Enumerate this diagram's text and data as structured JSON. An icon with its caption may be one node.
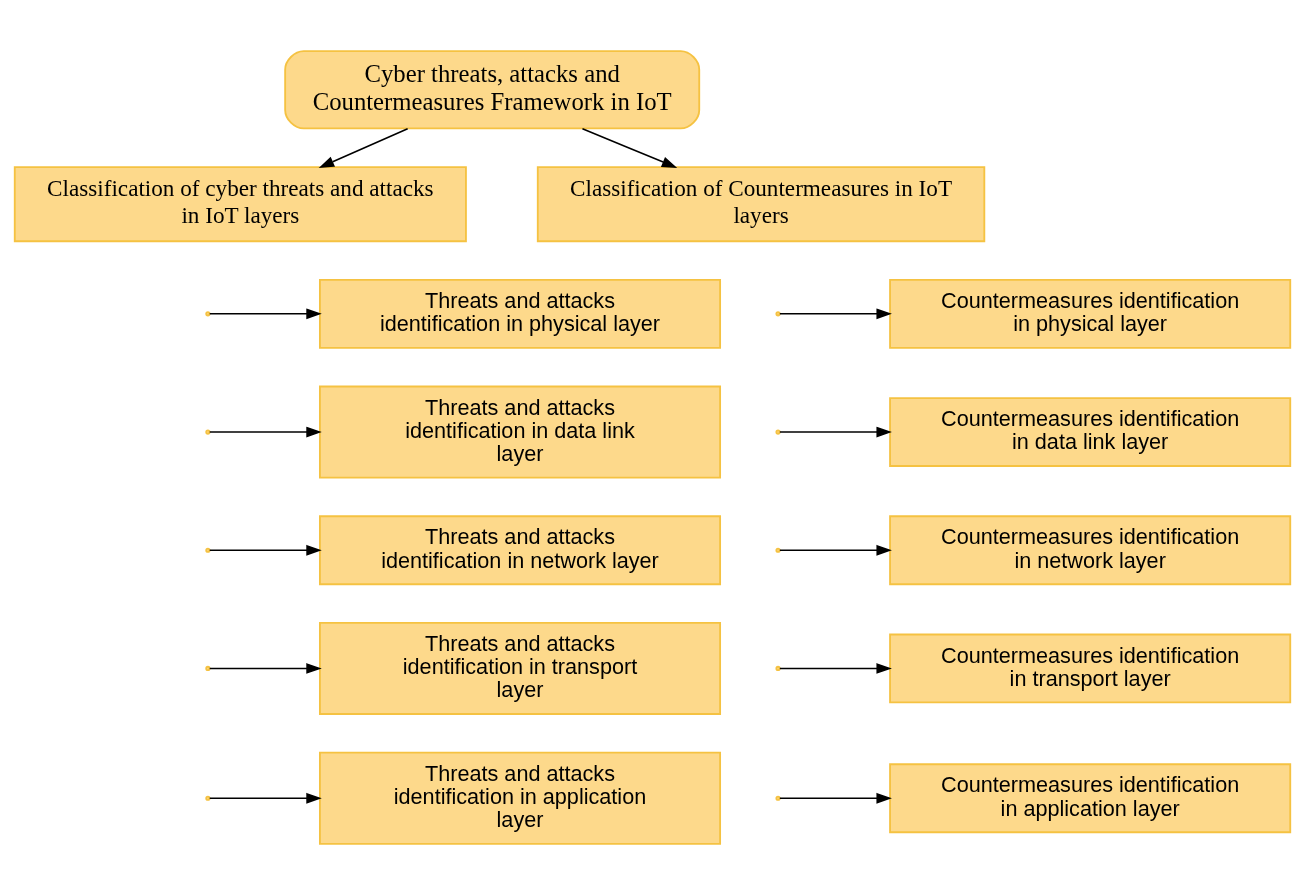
{
  "diagram": {
    "nodes": [
      {
        "text": [
          "Cyber threats, attacks and Countermeasures Framework in IoT"
        ]
      },
      {
        "text": [
          "Classification of cyber threats and attacks in IoT layers"
        ]
      },
      {
        "text": [
          "Classification of Countermeasures in IoT layers"
        ]
      },
      {
        "text": [
          "Threats and attacks identification in physical layer"
        ]
      },
      {
        "text": [
          "Threats and attacks identification in data link layer"
        ]
      },
      {
        "text": [
          "Threats and attacks identification in network layer"
        ]
      },
      {
        "text": [
          "Threats and attacks identification in transport layer"
        ]
      },
      {
        "text": [
          "Threats and attacks identification in application layer"
        ]
      },
      {
        "text": [
          "Countermeasures identification in physical layer"
        ]
      },
      {
        "text": [
          "Countermeasures identification in data link layer"
        ]
      },
      {
        "text": [
          "Countermeasures identification in network layer"
        ]
      },
      {
        "text": [
          "Countermeasures identification in transport layer"
        ]
      },
      {
        "text": [
          "Countermeasures identification in application layer"
        ]
      }
    ],
    "edges": [
      {
        "from": 0,
        "to": 1,
        "arrow": "to"
      },
      {
        "from": 0,
        "to": 2,
        "arrow": "to"
      },
      {
        "from": null,
        "to": 3,
        "arrow": "to"
      },
      {
        "from": null,
        "to": 4,
        "arrow": "to"
      },
      {
        "from": null,
        "to": 5,
        "arrow": "to"
      },
      {
        "from": null,
        "to": 6,
        "arrow": "to"
      },
      {
        "from": null,
        "to": 7,
        "arrow": "to"
      },
      {
        "from": null,
        "to": 8,
        "arrow": "to"
      },
      {
        "from": null,
        "to": 9,
        "arrow": "to"
      },
      {
        "from": null,
        "to": 10,
        "arrow": "to"
      },
      {
        "from": null,
        "to": 11,
        "arrow": "to"
      },
      {
        "from": null,
        "to": 12,
        "arrow": "to"
      }
    ]
  }
}
